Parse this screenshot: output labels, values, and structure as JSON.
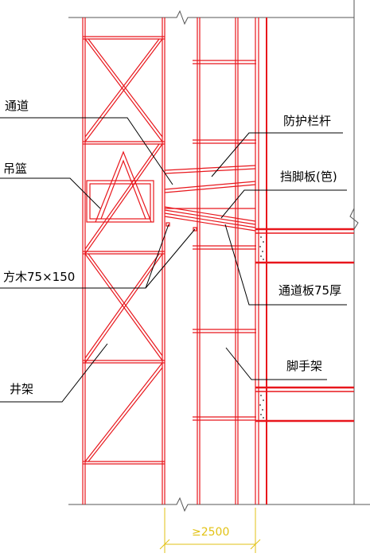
{
  "colors": {
    "structure": "#e8161c",
    "leader": "#000000",
    "dimension": "#e2c214",
    "frame_line": "#555555"
  },
  "labels": {
    "passage": "通道",
    "guardrail": "防护栏杆",
    "hanging_basket": "吊篮",
    "toe_board": "挡脚板(笆)",
    "timber": "方木75×150",
    "passage_board": "通道板75厚",
    "scaffold": "脚手架",
    "well_frame": "井架"
  },
  "dimension": {
    "min_spacing": "≥2500"
  }
}
